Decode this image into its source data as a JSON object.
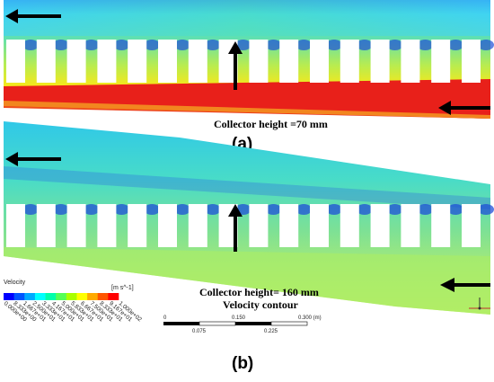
{
  "panel_a": {
    "annotation": "Collector height =70 mm",
    "caption": "(a)"
  },
  "panel_b": {
    "annotation_line1": "Collector height= 160 mm",
    "annotation_line2": "Velocity contour",
    "caption": "(b)"
  },
  "legend": {
    "title": "Velocity",
    "unit": "[m s^-1]",
    "ticks": [
      "0.000e+00",
      "8.333e+00",
      "1.667e+01",
      "2.500e+01",
      "3.333e+01",
      "4.167e+01",
      "5.000e+01",
      "5.833e+01",
      "6.667e+01",
      "7.500e+01",
      "8.333e+01",
      "9.167e+01",
      "1.000e+02"
    ],
    "colors": [
      "#0000ff",
      "#0055ff",
      "#00aaff",
      "#00ffff",
      "#00ffaa",
      "#55ff55",
      "#aaff00",
      "#ffff00",
      "#ffaa00",
      "#ff5500",
      "#ff0000"
    ]
  },
  "scale_bar": {
    "labels_top": [
      "0",
      "0.150",
      "0.300 (m)"
    ],
    "labels_bottom": [
      "0.075",
      "0.225"
    ]
  },
  "colors": {
    "red": "#e8201a",
    "yellow": "#f4e81c",
    "green": "#8fe070",
    "cyan": "#40e2d8",
    "blue": "#1f4fd8",
    "mid": "#7ad8a8"
  }
}
